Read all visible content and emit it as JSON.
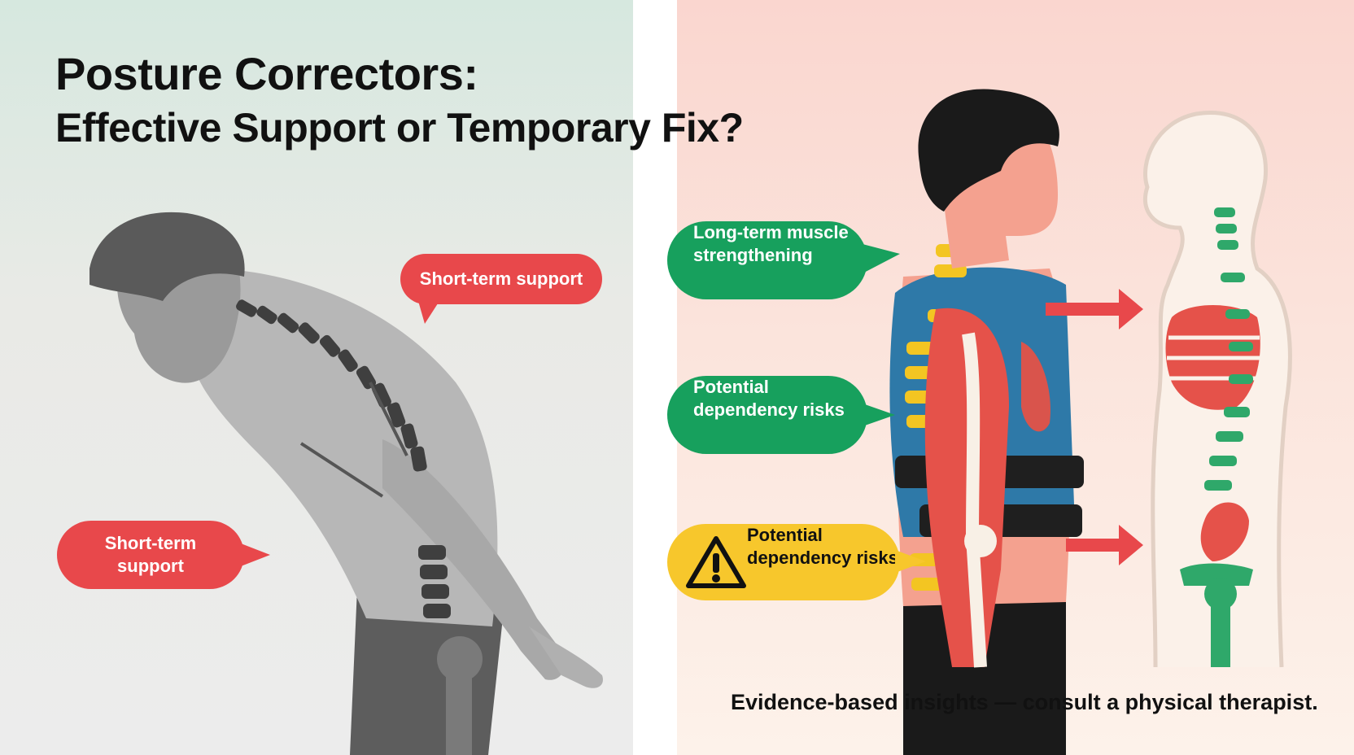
{
  "title": {
    "line1": "Posture Correctors:",
    "line2": "Effective Support or Temporary Fix?"
  },
  "left_callouts": {
    "upper": "Short-term support",
    "lower_line1": "Short-term",
    "lower_line2": "support"
  },
  "right_callouts": {
    "green_1_line1": "Long-term muscle",
    "green_1_line2": "strengthening",
    "green_2_line1": "Potential",
    "green_2_line2": "dependency risks",
    "yellow_line1": "Potential",
    "yellow_line2": "dependency risks",
    "yellow_icon": "warning-triangle-icon"
  },
  "footer": "Evidence-based insights — consult a physical therapist.",
  "colors": {
    "red": "#e8484b",
    "green": "#17a05d",
    "yellow": "#f7c72c",
    "brace_blue": "#2e79a8",
    "left_bg": "#e9eae6",
    "right_bg": "#fbe4dc"
  }
}
